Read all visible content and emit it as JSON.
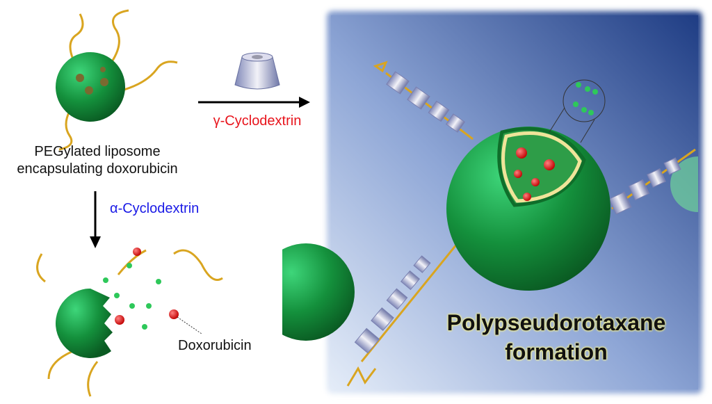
{
  "labels": {
    "liposome_line1": "PEGylated liposome",
    "liposome_line2": "encapsulating doxorubicin",
    "gamma_cd": "γ-Cyclodextrin",
    "alpha_cd": "α-Cyclodextrin",
    "doxorubicin": "Doxorubicin",
    "result_line1": "Polypseudorotaxane",
    "result_line2": "formation"
  },
  "colors": {
    "gamma_label": "#e8141c",
    "alpha_label": "#1a1ae6",
    "liposome": "#1f9a45",
    "peg": "#d9a520",
    "drug": "#e01010",
    "panel": "#2f4f93"
  }
}
